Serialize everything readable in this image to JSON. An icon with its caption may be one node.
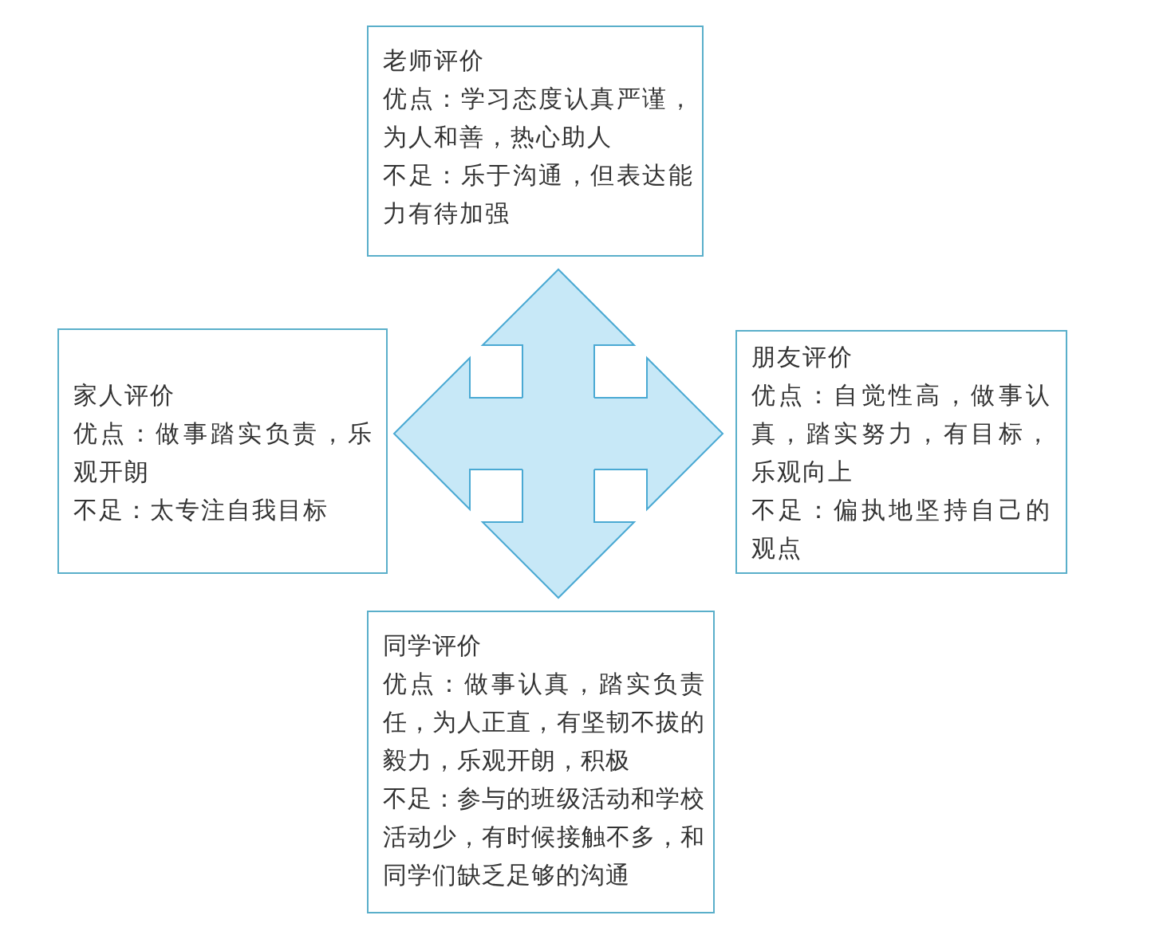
{
  "diagram": {
    "nodes": [
      {
        "text": [
          "老师评价",
          "优点：学习态度认真严谨，为人和善，热心助人",
          "不足：乐于沟通，但表达能力有待加强"
        ]
      },
      {
        "text": [
          "家人评价",
          "优点：做事踏实负责，乐观开朗",
          "不足：太专注自我目标"
        ]
      },
      {
        "text": [
          "朋友评价",
          "优点：自觉性高，做事认真，踏实努力，有目标，乐观向上",
          "不足：偏执地坚持自己的观点"
        ]
      },
      {
        "text": [
          "同学评价",
          "优点：做事认真，踏实负责任，为人正直，有坚韧不拔的毅力，乐观开朗，积极",
          "不足：参与的班级活动和学校活动少，有时候接触不多，和同学们缺乏足够的沟通"
        ]
      }
    ],
    "edges": [
      {
        "from": 0,
        "to": 3,
        "arrow": "both"
      },
      {
        "from": 1,
        "to": 2,
        "arrow": "both"
      }
    ]
  }
}
